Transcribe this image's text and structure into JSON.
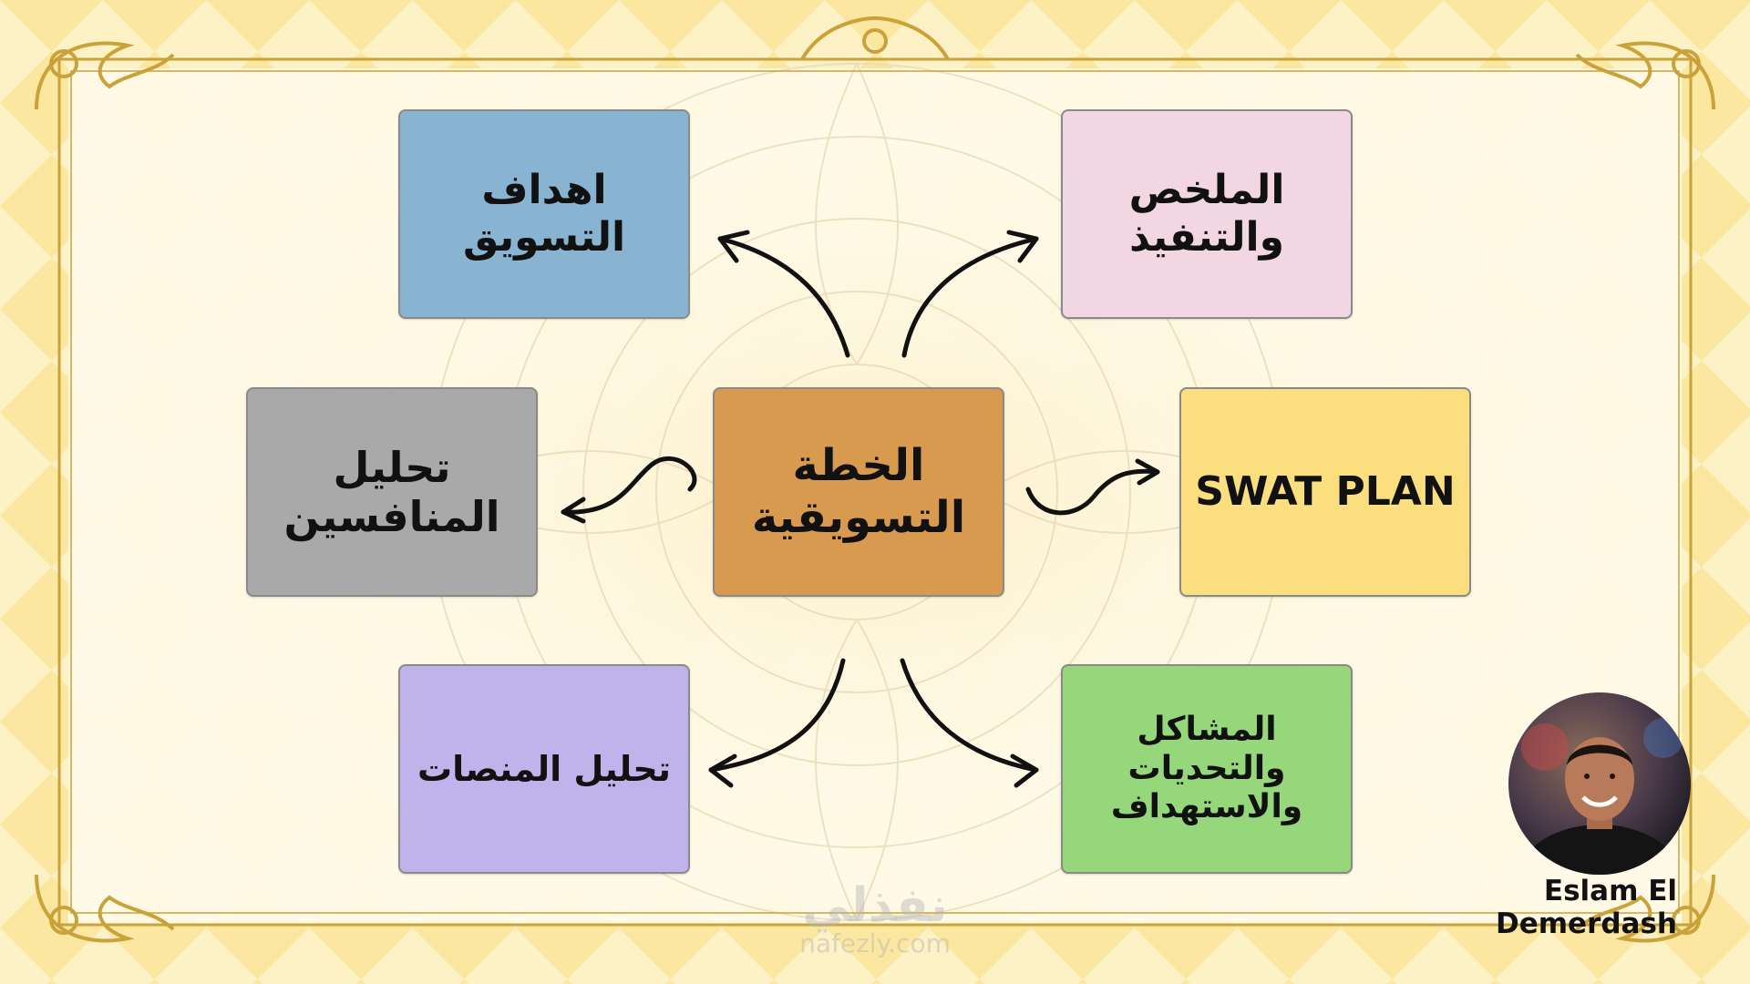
{
  "diagram": {
    "center": "الخطة\nالتسويقية",
    "nodes": {
      "top_left": "اهداف\nالتسويق",
      "top_right": "الملخص\nوالتنفيذ",
      "middle_left": "تحليل\nالمنافسين",
      "middle_right": "SWAT PLAN",
      "bottom_left": "تحليل المنصات",
      "bottom_right": "المشاكل\nوالتحديات\nوالاستهداف"
    },
    "colors": {
      "center": "#d79a4e",
      "top_left": "#88b3d1",
      "top_right": "#f2d7e2",
      "middle_left": "#a9a9a9",
      "middle_right": "#fbde7e",
      "bottom_left": "#c0b2ea",
      "bottom_right": "#95d77a",
      "background": "#fbeaa6",
      "frame_gold": "#c9a23a"
    }
  },
  "author": {
    "name": "Eslam El Demerdash"
  },
  "watermark": {
    "arabic": "نفذلي",
    "latin": "nafezly.com"
  }
}
